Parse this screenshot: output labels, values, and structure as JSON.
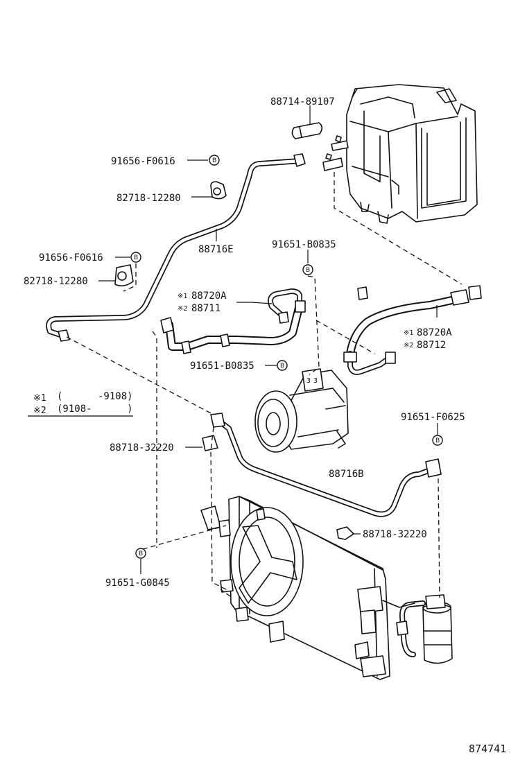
{
  "labels": {
    "l_88714_89107": "88714-89107",
    "l_91656_f0616_a": "91656-F0616",
    "l_82718_12280_a": "82718-12280",
    "l_88716e": "88716E",
    "l_91656_f0616_b": "91656-F0616",
    "l_82718_12280_b": "82718-12280",
    "l_91651_b0835_a": "91651-B0835",
    "l_88720a_1_mark": "※1",
    "l_88720a_1": "88720A",
    "l_88711_mark": "※2",
    "l_88711": "88711",
    "l_88720a_2_mark": "※1",
    "l_88720a_2": "88720A",
    "l_88712_mark": "※2",
    "l_88712": "88712",
    "l_91651_b0835_b": "91651-B0835",
    "l_91651_f0625": "91651-F0625",
    "l_88718_32220_a": "88718-32220",
    "l_88716b": "88716B",
    "l_88718_32220_b": "88718-32220",
    "l_91651_g0845": "91651-G0845",
    "ref_number": "874741"
  },
  "legend": {
    "row1_mark": "※1",
    "row1_range": "(      -9108)",
    "row2_mark": "※2",
    "row2_range": "(9108-      )"
  },
  "bolt_marker": "B"
}
